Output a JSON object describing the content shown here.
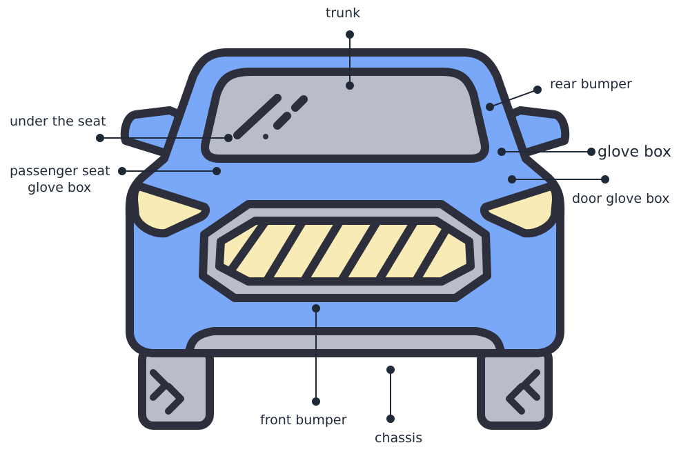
{
  "colors": {
    "outline": "#2d2f3c",
    "body": "#7aa8f8",
    "glass": "#b9bdc8",
    "light": "#f9ebb5",
    "grille": "#b9bdc8",
    "tire": "#b9bdc8",
    "text": "#1f2937"
  },
  "labels": {
    "trunk": "trunk",
    "rear_bumper": "rear bumper",
    "under_the_seat": "under the seat",
    "glove_box": "glove box",
    "passenger_seat_line1": "passenger seat",
    "passenger_seat_line2": "glove box",
    "door_glove_box": "door glove box",
    "front_bumper": "front bumper",
    "chassis": "chassis"
  }
}
